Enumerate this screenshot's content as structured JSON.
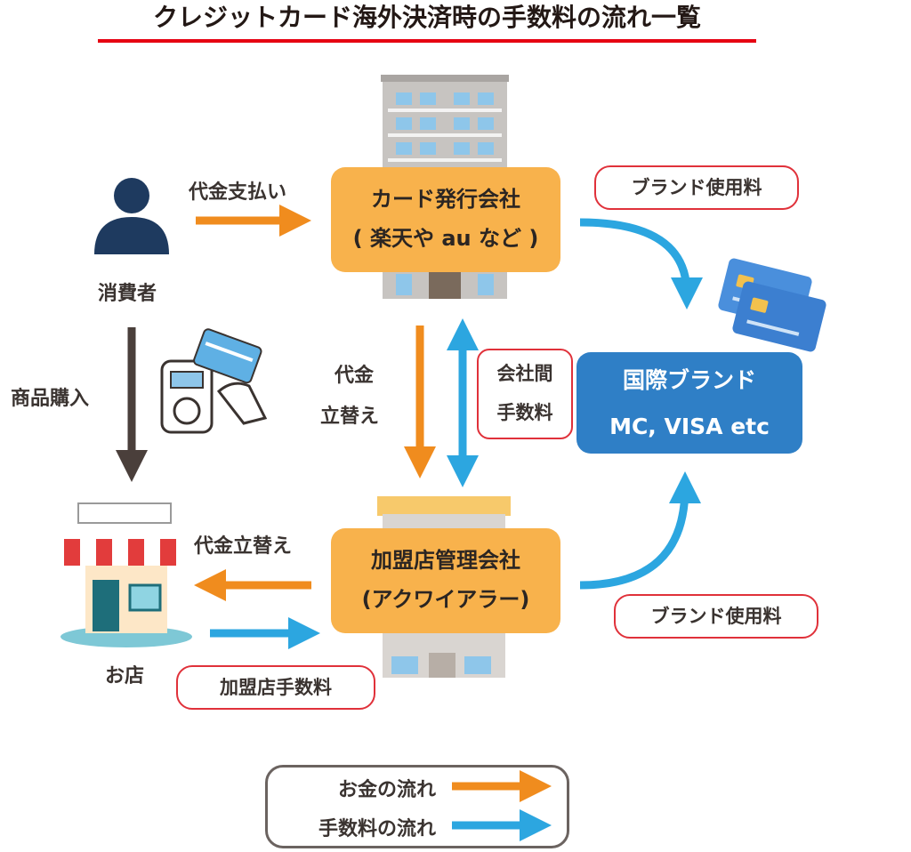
{
  "title": "クレジットカード海外決済時の手数料の流れ一覧",
  "nodes": {
    "consumer": "消費者",
    "issuer": {
      "line1": "カード発行会社",
      "line2": "( 楽天や au など )"
    },
    "brand": {
      "line1": "国際ブランド",
      "line2": "MC, VISA etc"
    },
    "acquirer": {
      "line1": "加盟店管理会社",
      "line2": "(アクワイアラー)"
    },
    "shop": "お店"
  },
  "labels": {
    "payment": "代金支払い",
    "purchase": "商品購入",
    "advance_line1": "代金",
    "advance_line2": "立替え",
    "inter_fee_line1": "会社間",
    "inter_fee_line2": "手数料",
    "shop_advance": "代金立替え",
    "brand_fee_top": "ブランド使用料",
    "brand_fee_bottom": "ブランド使用料",
    "merchant_fee": "加盟店手数料"
  },
  "legend": {
    "money": "お金の流れ",
    "fee": "手数料の流れ"
  },
  "colors": {
    "money_arrow": "#f08c1e",
    "fee_arrow": "#2ca6e0",
    "purchase_arrow": "#4a3f3b",
    "orange_box": "#f8b24c",
    "blue_box": "#2f7fc6",
    "tag_border": "#e0313a",
    "title_rule": "#e60012"
  },
  "icons": [
    "person-icon",
    "office-building-icon",
    "credit-cards-icon",
    "card-terminal-icon",
    "shop-icon"
  ]
}
